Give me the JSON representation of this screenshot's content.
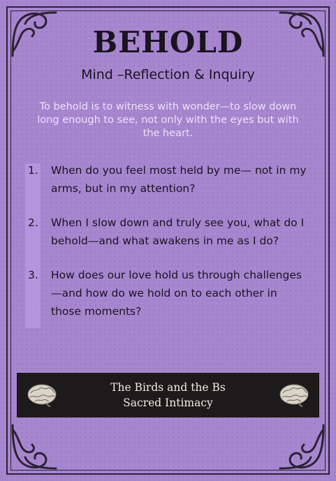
{
  "card": {
    "title": "BEHOLD",
    "subtitle": "Mind –Reflection & Inquiry",
    "intro": "To behold is to witness with wonder—to slow down long enough to see, not only with the eyes but with the heart.",
    "questions": [
      {
        "number": "1.",
        "text": "When do you feel most held by me— not in my arms, but in my attention?"
      },
      {
        "number": "2.",
        "text": "When I slow down and truly see you, what do I behold—and what awakens in me as I do?"
      },
      {
        "number": "3.",
        "text": "How does our love hold us through challenges—and how do we hold on to each other in those moments?"
      }
    ],
    "footer": {
      "line1": "The Birds and the Bs",
      "line2": "Sacred Intimacy"
    }
  },
  "icons": [
    "corner-flourish-icon",
    "brain-icon"
  ],
  "colors": {
    "card_background": "#a786d0",
    "frame": "#2b2233",
    "title_text": "#1a1420",
    "intro_text": "#ece1f7",
    "banner_background": "#1c1a1a",
    "banner_text": "#f1ece4"
  }
}
